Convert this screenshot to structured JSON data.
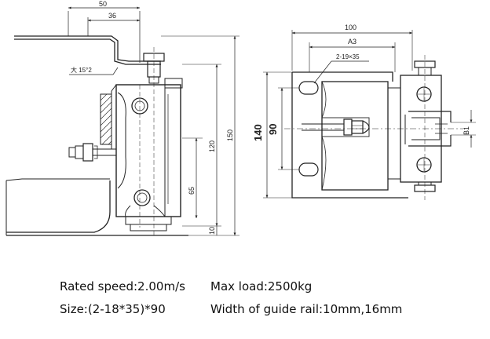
{
  "specs": {
    "rated_speed": "Rated speed:2.00m/s",
    "max_load": "Max load:2500kg",
    "size": "Size:(2-18*35)*90",
    "guide_rail": "Width of guide rail:10mm,16mm"
  },
  "dims": {
    "d50": "50",
    "d36": "36",
    "angle": "大 15°2",
    "d150": "150",
    "d120": "120",
    "d65": "65",
    "d10": "10",
    "d100": "100",
    "a3": "A3",
    "slot": "2-19×35",
    "d140": "140",
    "d90": "90",
    "b1": "B1"
  }
}
